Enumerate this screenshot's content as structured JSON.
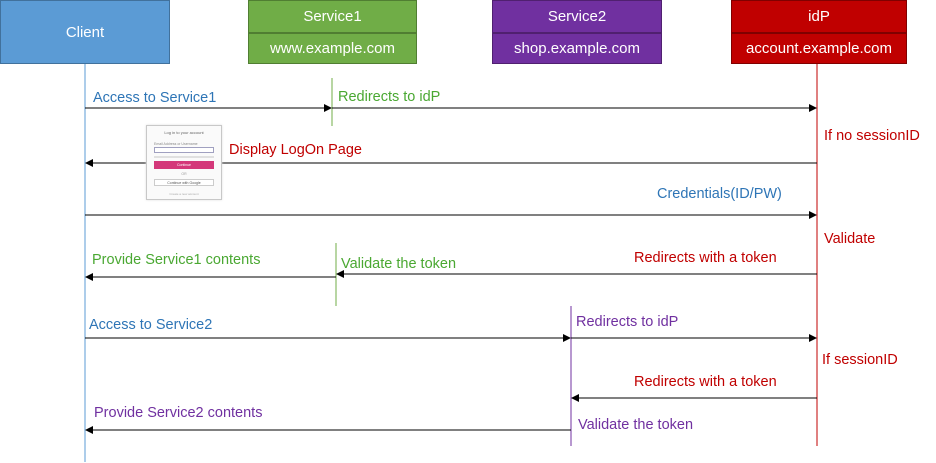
{
  "actors": {
    "client": {
      "title": "Client"
    },
    "service1": {
      "title": "Service1",
      "domain": "www.example.com"
    },
    "service2": {
      "title": "Service2",
      "domain": "shop.example.com"
    },
    "idp": {
      "title": "idP",
      "domain": "account.example.com"
    }
  },
  "messages": {
    "m1": "Access to Service1",
    "m2": "Redirects to idP",
    "m3": "If no sessionID",
    "m4": "Display LogOn Page",
    "m5": "Credentials(ID/PW)",
    "m6": "Validate",
    "m7": "Redirects with a token",
    "m8": "Validate the token",
    "m9": "Provide Service1 contents",
    "m10": "Access to Service2",
    "m11": "Redirects to idP",
    "m12": "If sessionID",
    "m13": "Redirects with a token",
    "m14": "Provide Service2 contents",
    "m15": "Validate the token"
  },
  "logon_thumbnail": {
    "title": "Log in to your account",
    "field_label": "Email Address or Username",
    "button": "Continue",
    "divider": "OR",
    "alt_button": "Continue with Google",
    "footer": "Create a new account"
  },
  "colors": {
    "client": "#5b9bd5",
    "service1": "#70ad47",
    "service2": "#7030a0",
    "idp": "#c00000"
  }
}
